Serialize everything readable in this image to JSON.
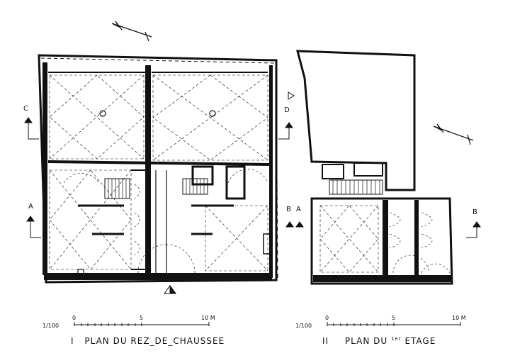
{
  "plans": [
    {
      "id": "ground",
      "numeral": "I",
      "title": "PLAN DU REZ_DE_CHAUSSEE"
    },
    {
      "id": "first",
      "numeral": "II",
      "title_before": "PLAN DU",
      "title_sup": "1er",
      "title_after": "ETAGE"
    }
  ],
  "section_markers": {
    "left_c": "C",
    "left_a": "A",
    "mid_d": "D",
    "mid_b": "B",
    "mid_a": "A",
    "right_b": "B"
  },
  "scales": [
    {
      "ratio": "1/100",
      "ticks": [
        "0",
        "5",
        "10 M"
      ]
    },
    {
      "ratio": "1/100",
      "ticks": [
        "0",
        "5",
        "10 M"
      ]
    }
  ],
  "colors": {
    "ink": "#111111",
    "paper": "#ffffff"
  }
}
